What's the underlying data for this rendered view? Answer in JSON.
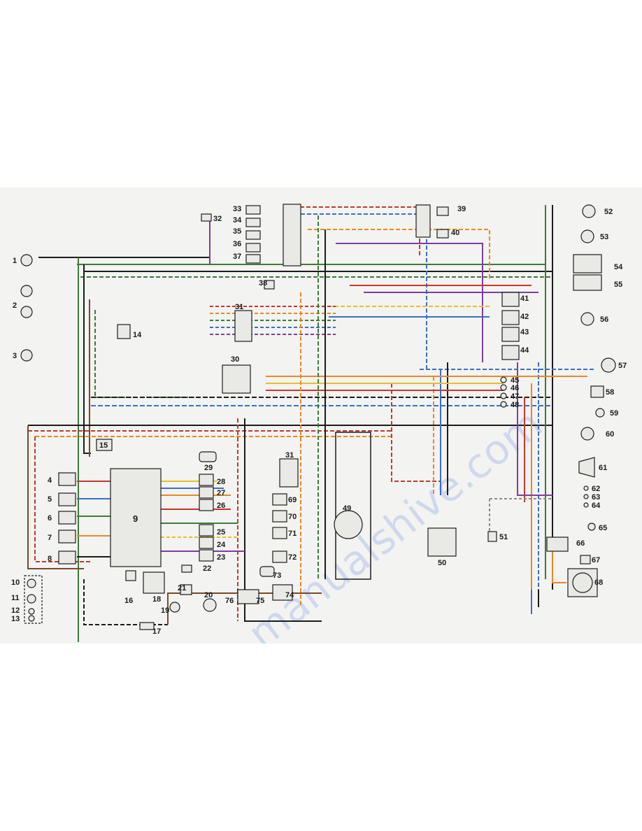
{
  "watermark": "manualshive.com",
  "component_numbers": {
    "n1": "1",
    "n2": "2",
    "n3": "3",
    "n4": "4",
    "n5": "5",
    "n6": "6",
    "n7": "7",
    "n8": "8",
    "n9": "9",
    "n10": "10",
    "n11": "11",
    "n12": "12",
    "n13": "13",
    "n14": "14",
    "n15": "15",
    "n16": "16",
    "n17": "17",
    "n18": "18",
    "n19": "19",
    "n20": "20",
    "n21": "21",
    "n22": "22",
    "n23": "23",
    "n24": "24",
    "n25": "25",
    "n26": "26",
    "n27": "27",
    "n28": "28",
    "n29": "29",
    "n30": "30",
    "n31a": "31",
    "n31b": "31",
    "n32": "32",
    "n33": "33",
    "n34": "34",
    "n35": "35",
    "n36": "36",
    "n37": "37",
    "n38": "38",
    "n39": "39",
    "n40": "40",
    "n41": "41",
    "n42": "42",
    "n43": "43",
    "n44": "44",
    "n45": "45",
    "n46": "46",
    "n47": "47",
    "n48": "48",
    "n49": "49",
    "n50": "50",
    "n51": "51",
    "n52": "52",
    "n53": "53",
    "n54": "54",
    "n55": "55",
    "n56": "56",
    "n57": "57",
    "n58": "58",
    "n59": "59",
    "n60": "60",
    "n61": "61",
    "n62": "62",
    "n63": "63",
    "n64": "64",
    "n65": "65",
    "n66": "66",
    "n67": "67",
    "n68": "68",
    "n69": "69",
    "n70": "70",
    "n71": "71",
    "n72": "72",
    "n73": "73",
    "n74": "74",
    "n75": "75",
    "n76": "76"
  },
  "wire_colors": {
    "black": "#1c1c1c",
    "green": "#3f7a3a",
    "red": "#c23a2e",
    "orange": "#e58a2b",
    "yellow": "#e3c227",
    "blue": "#3c6fc4",
    "purple": "#7d3f9a",
    "brown": "#7a4a2a",
    "grey": "#8a8a8a",
    "pink": "#d9788f"
  },
  "sheet_color": "#f3f3f1"
}
